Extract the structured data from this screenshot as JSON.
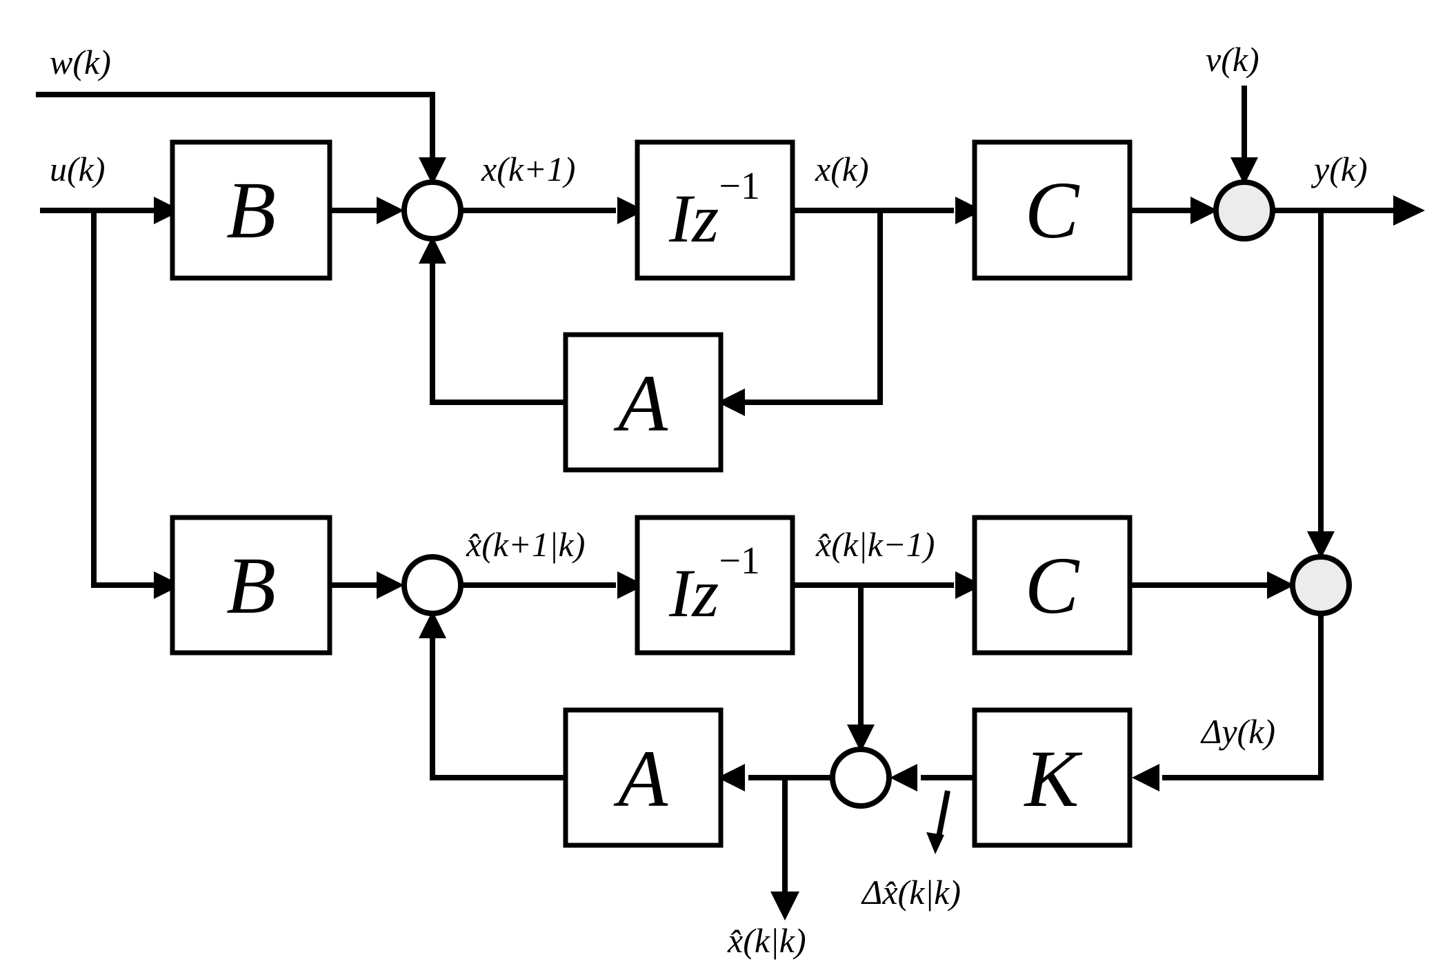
{
  "blocks": {
    "b_top": "B",
    "delay_top": {
      "main": "Iz",
      "sup": "−1"
    },
    "c_top": "C",
    "a_top": "A",
    "b_bot": "B",
    "delay_bot": {
      "main": "Iz",
      "sup": "−1"
    },
    "c_bot": "C",
    "a_bot": "A",
    "k_gain": "K"
  },
  "signals": {
    "w": "w(k)",
    "u": "u(k)",
    "x_next": "x(k+1)",
    "x": "x(k)",
    "v": "v(k)",
    "y": "y(k)",
    "xhat_next": "x̂(k+1|k)",
    "xhat_pred": "x̂(k|k−1)",
    "dy": "Δy(k)",
    "dxhat": "Δx̂(k|k)",
    "xhat_filt": "x̂(k|k)"
  }
}
